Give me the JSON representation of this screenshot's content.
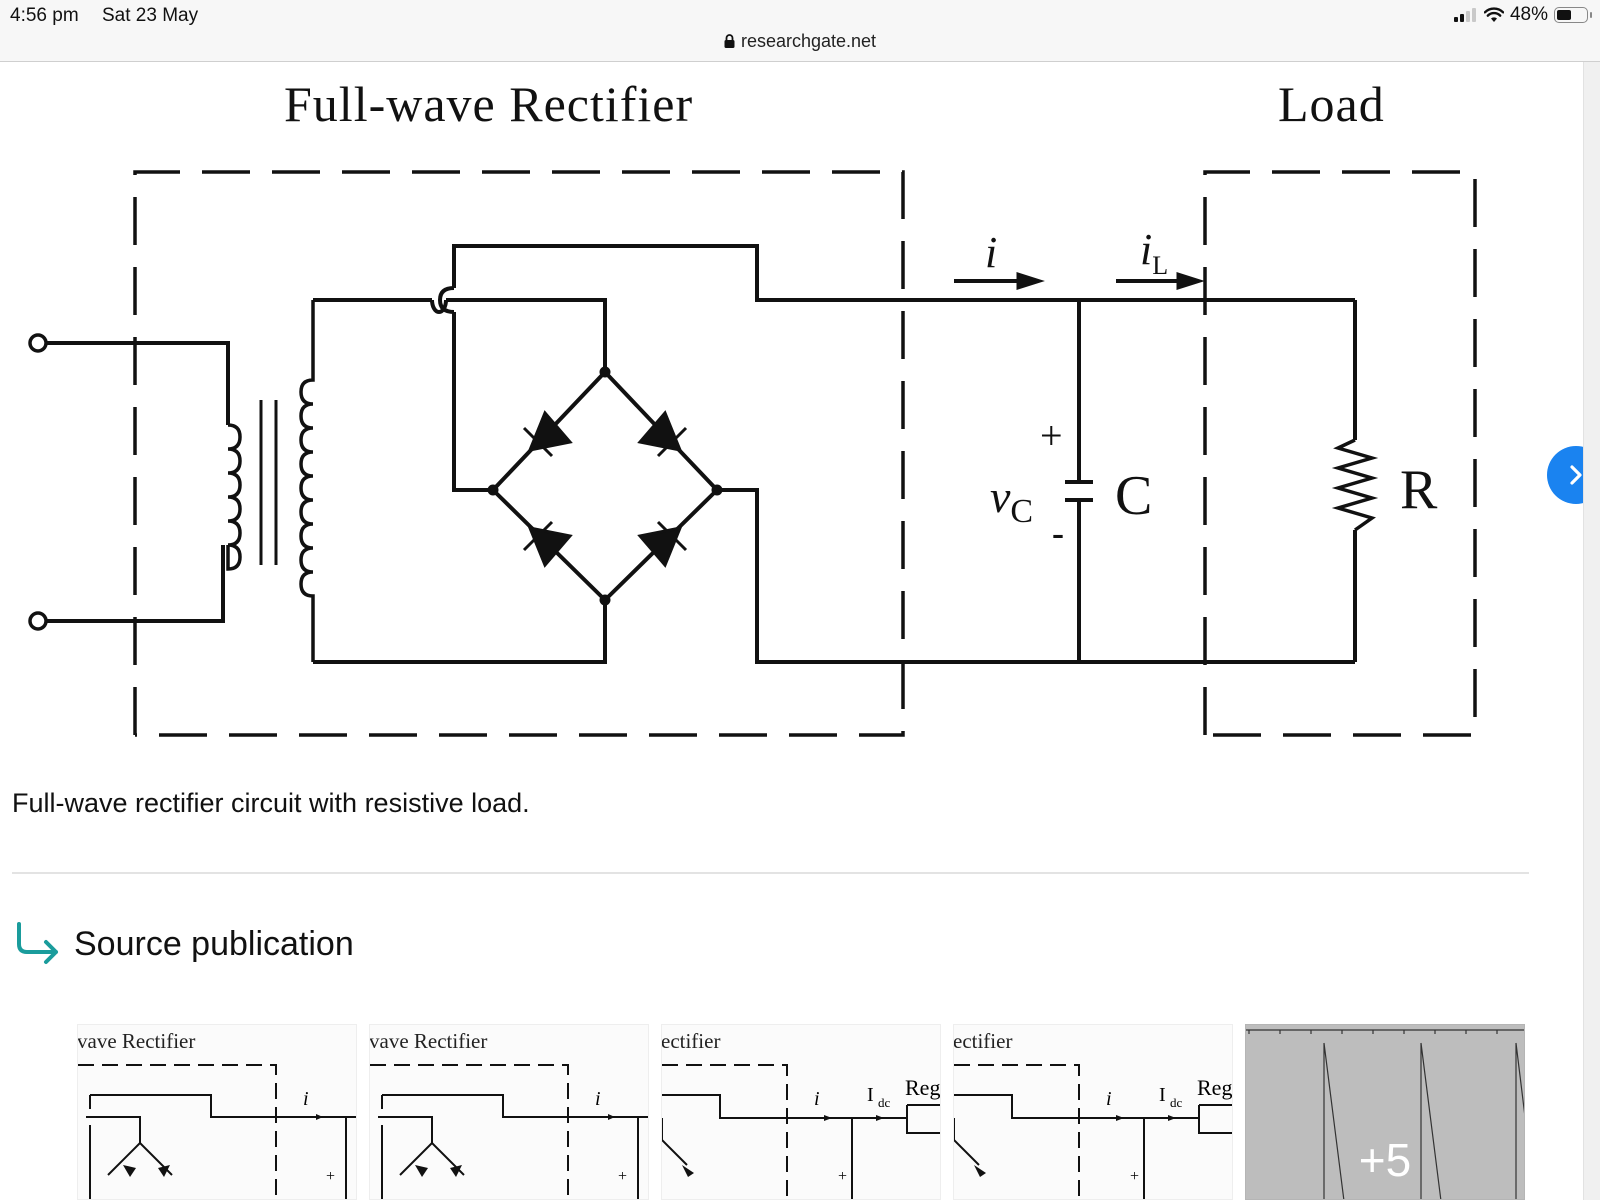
{
  "status_bar": {
    "time": "4:56 pm",
    "date": "Sat 23 May",
    "battery_percent_label": "48%",
    "battery_level": 0.48,
    "signal_bars_active": 2,
    "signal_bars_total": 4,
    "icons": [
      "signal-icon",
      "wifi-icon",
      "battery-icon"
    ]
  },
  "browser": {
    "url": "researchgate.net",
    "lock_icon": "lock-icon"
  },
  "figure": {
    "title_left": "Full-wave Rectifier",
    "title_right": "Load",
    "labels": {
      "current_i": "i",
      "current_iL": "i",
      "current_iL_sub": "L",
      "vc": "v",
      "vc_sub": "C",
      "plus": "+",
      "minus": "-",
      "capacitor": "C",
      "resistor": "R"
    },
    "next_button_icon": "chevron-right-icon"
  },
  "caption": "Full-wave rectifier circuit with resistive load.",
  "source_publication": {
    "icon": "arrow-return-right-icon",
    "title": "Source publication",
    "accent_color": "#1a9c9c"
  },
  "thumbnails": [
    {
      "label": "vave Rectifier",
      "i": "i"
    },
    {
      "label": "vave Rectifier",
      "i": "i"
    },
    {
      "label": "ectifier",
      "i": "i",
      "idc": "I",
      "idc_sub": "dc",
      "reg": "Reg"
    },
    {
      "label": "ectifier",
      "i": "i",
      "idc": "I",
      "idc_sub": "dc",
      "reg": "Reg"
    },
    {
      "more_label": "+5"
    }
  ]
}
